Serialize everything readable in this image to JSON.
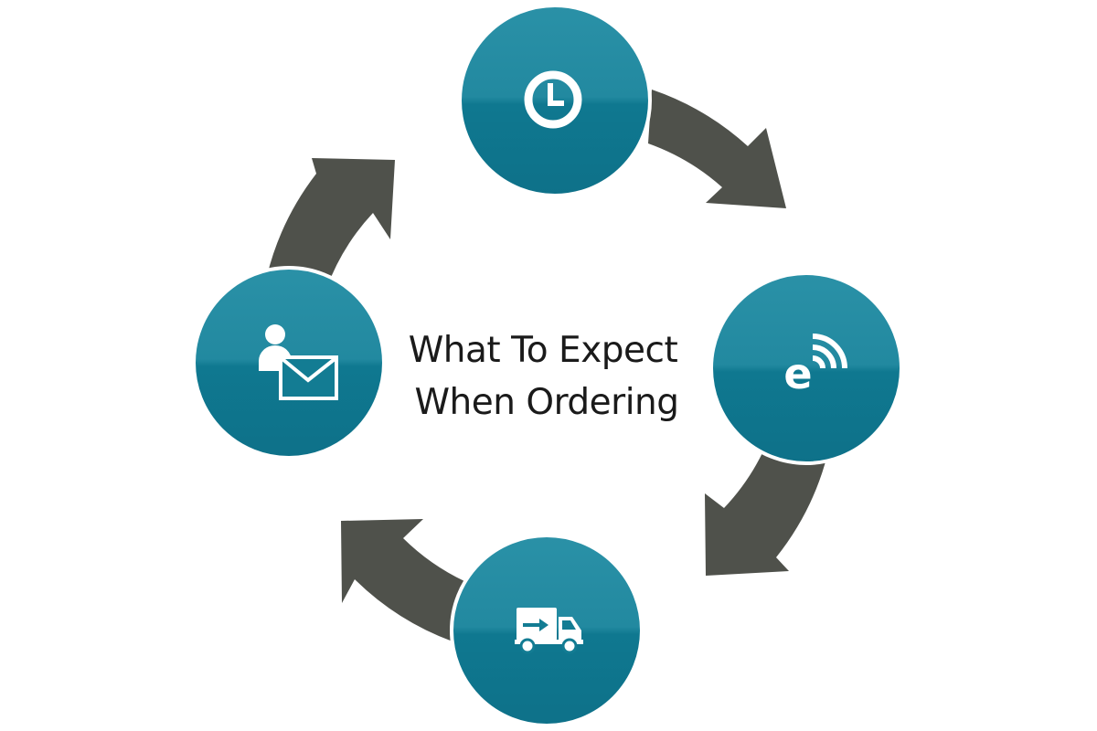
{
  "diagram": {
    "title_line1": "What To Expect",
    "title_line2": "When Ordering",
    "colors": {
      "node_fill": "#137c93",
      "node_highlight": "#2a91a7",
      "arrow_fill": "#4f514b",
      "icon": "#ffffff",
      "text": "#1a1a1a"
    },
    "nodes": [
      {
        "position": "top",
        "icon": "clock-icon"
      },
      {
        "position": "right",
        "icon": "e-signal-icon"
      },
      {
        "position": "bottom",
        "icon": "delivery-truck-icon"
      },
      {
        "position": "left",
        "icon": "user-mail-icon"
      }
    ],
    "flow_direction": "clockwise"
  }
}
